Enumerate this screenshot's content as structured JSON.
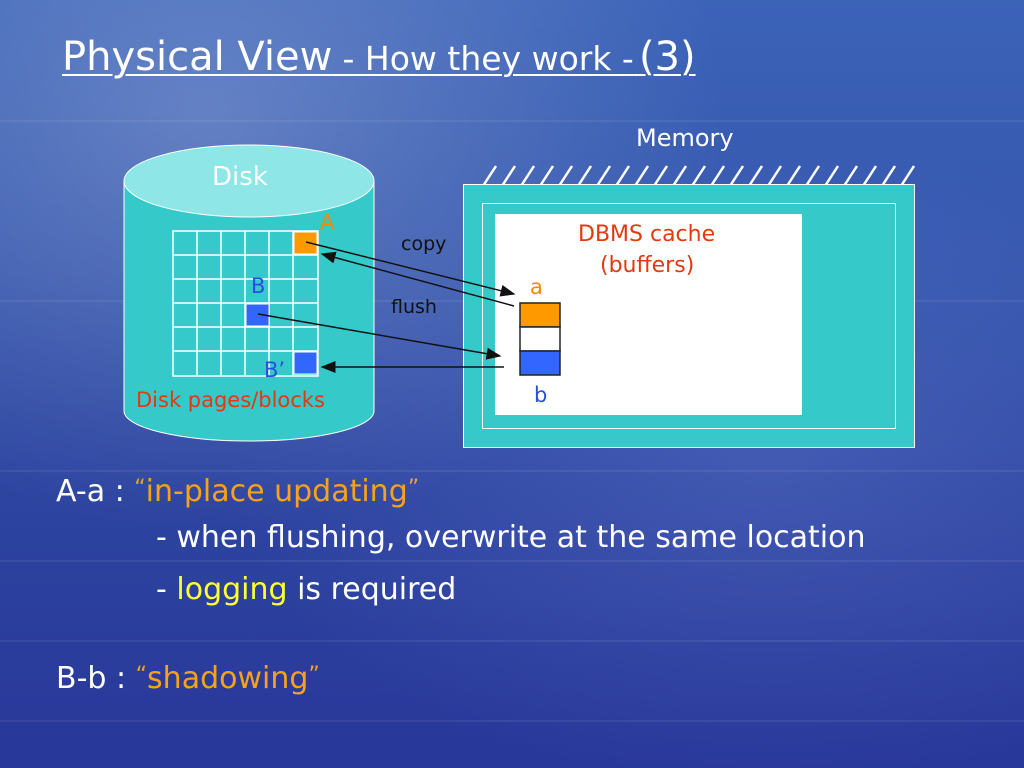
{
  "title": {
    "main": "Physical View",
    "sub": "- How they work -",
    "number": "(3)"
  },
  "diagram": {
    "memory_label": "Memory",
    "disk_label": "Disk",
    "disk_pages_label": "Disk pages/blocks",
    "cache_label_line1": "DBMS cache",
    "cache_label_line2": "(buffers)",
    "page_a_label": "A",
    "page_b_label": "B",
    "page_b_prime_label": "B’",
    "buffer_a_label": "a",
    "buffer_b_label": "b",
    "copy_label": "copy",
    "flush_label": "flush",
    "colors": {
      "cylinder_fill": "#35c9c9",
      "cylinder_top": "#8ee6e6",
      "page_a": "#ff9900",
      "page_b": "#3366ff"
    }
  },
  "notes": {
    "a_prefix": "A-a : ",
    "a_term_open": "“",
    "a_term": "in-place updating",
    "a_term_close": "”",
    "a_point1": "- when flushing, overwrite at the same location",
    "a_point2_prefix": "- ",
    "a_point2_term": "logging",
    "a_point2_suffix": " is required",
    "b_prefix": "B-b : ",
    "b_term_open": "“",
    "b_term": "shadowing",
    "b_term_close": "”"
  }
}
